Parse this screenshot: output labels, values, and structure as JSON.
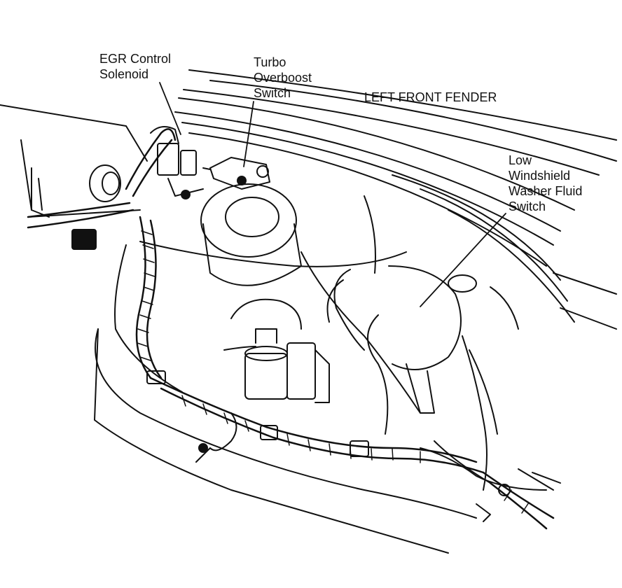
{
  "diagram": {
    "labels": {
      "egr_line1": "EGR Control",
      "egr_line2": "Solenoid",
      "turbo_line1": "Turbo",
      "turbo_line2": "Overboost",
      "turbo_line3": "Switch",
      "fender": "LEFT FRONT FENDER",
      "washer_line1": "Low",
      "washer_line2": "Windshield",
      "washer_line3": "Washer Fluid",
      "washer_line4": "Switch"
    },
    "colors": {
      "ink": "#111111",
      "paper": "#ffffff"
    }
  }
}
